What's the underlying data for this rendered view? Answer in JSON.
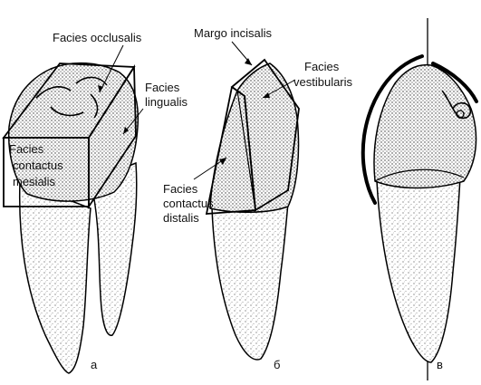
{
  "labels": {
    "facies_occlusalis": "Facies occlusalis",
    "facies_lingualis_1": "Facies",
    "facies_lingualis_2": "lingualis",
    "facies_contactus_mesialis_1": "Facies",
    "facies_contactus_mesialis_2": "contactus",
    "facies_contactus_mesialis_3": "mesialis",
    "margo_incisalis": "Margo incisalis",
    "facies_vestibularis_1": "Facies",
    "facies_vestibularis_2": "vestibularis",
    "facies_contactus_distalis_1": "Facies",
    "facies_contactus_distalis_2": "contactus",
    "facies_contactus_distalis_3": "distalis"
  },
  "panels": {
    "a": "а",
    "b": "б",
    "v": "в"
  }
}
